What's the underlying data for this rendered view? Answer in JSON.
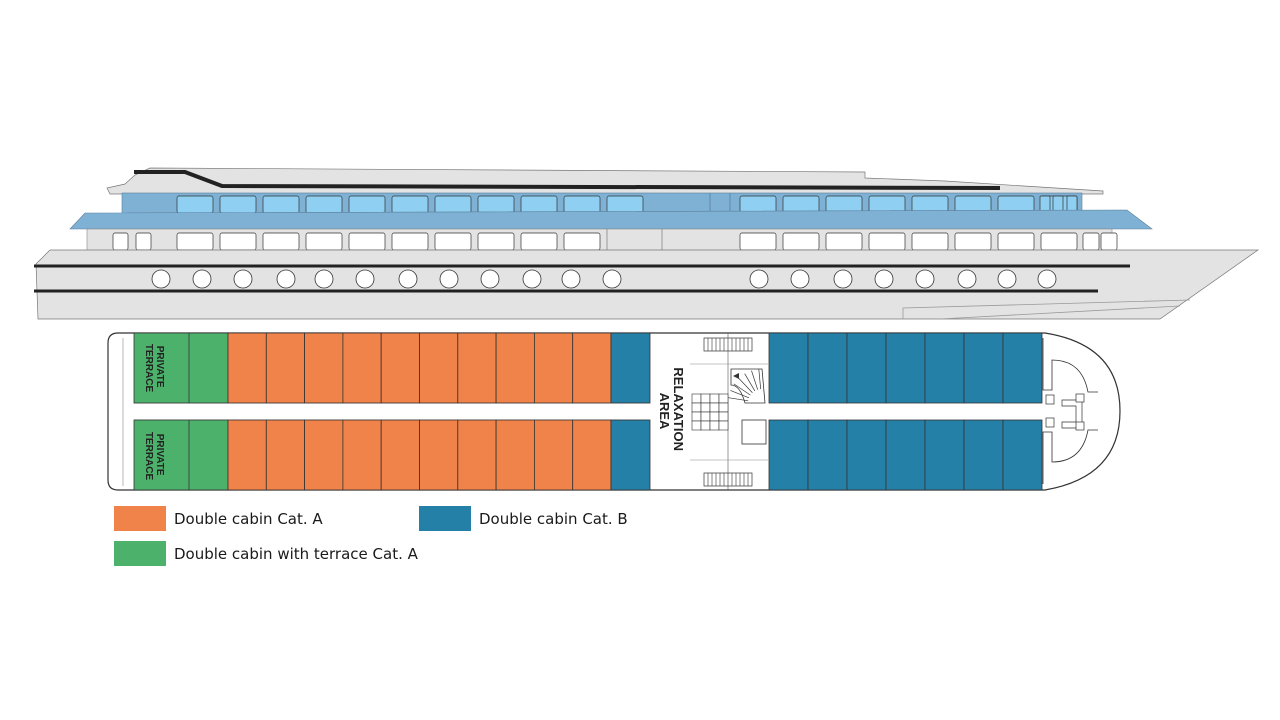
{
  "deck_labels": {
    "private_terrace": [
      "PRIVATE",
      "TERRACE"
    ],
    "relaxation_area": [
      "RELAXATION",
      "AREA"
    ]
  },
  "colors": {
    "cat_a": "#ef834a",
    "cat_b": "#2580a8",
    "terrace": "#4cb26b",
    "hull": "#e3e3e3",
    "upper_blue": "#7fb1d4",
    "window_blue": "#8fd0f2"
  },
  "legend": [
    {
      "label": "Double cabin Cat. A",
      "color": "#ef834a"
    },
    {
      "label": "Double cabin Cat. B",
      "color": "#2580a8"
    },
    {
      "label": "Double cabin with terrace Cat. A",
      "color": "#4cb26b"
    }
  ]
}
